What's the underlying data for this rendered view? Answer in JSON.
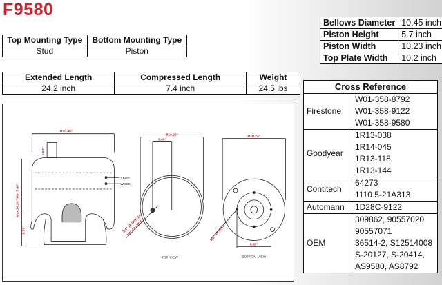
{
  "part_number": "F9580",
  "mounting": {
    "headers": [
      "Top Mounting Type",
      "Bottom Mounting Type"
    ],
    "values": [
      "Stud",
      "Piston"
    ]
  },
  "lengths": {
    "headers": [
      "Extended Length",
      "Compressed Length",
      "Weight"
    ],
    "values": [
      "24.2 inch",
      "7.4 inch",
      "24.5 lbs"
    ]
  },
  "specs": [
    {
      "label": "Bellows Diameter",
      "value": "10.45 inch"
    },
    {
      "label": "Piston Height",
      "value": "5.7 inch"
    },
    {
      "label": "Piston Width",
      "value": "10.23 inch"
    },
    {
      "label": "Top Plate Width",
      "value": "10.2 inch"
    }
  ],
  "cross_reference": {
    "title": "Cross Reference",
    "rows": [
      {
        "brand": "Firestone",
        "parts": [
          "W01-358-8792",
          "W01-358-9122",
          "W01-358-9580"
        ]
      },
      {
        "brand": "Goodyear",
        "parts": [
          "1R13-038",
          "1R14-045",
          "1R13-118",
          "1R13-144"
        ]
      },
      {
        "brand": "Contitech",
        "parts": [
          "64273",
          "1110.5-21A313"
        ]
      },
      {
        "brand": "Automann",
        "parts": [
          "1D28C-9122"
        ]
      },
      {
        "brand": "OEM",
        "parts": [
          "309862, 90557020",
          "90557071",
          "36514-2, S12514008",
          "S-20127, S-20414,",
          "AS9580, AS8792"
        ]
      }
    ]
  },
  "drawing": {
    "bellows_diameter": "Ø10.45\"",
    "stud_height": "1.60\"",
    "max_min": "Max 24.20\" Min 7.40\"",
    "piston_height": "5.70\"",
    "year": "YEAR",
    "week": "WEEK",
    "top_diameter": "Ø10.20\"",
    "top_offset": "3.00\"",
    "top_thread": "3/4\"-16 UNF-2A",
    "top_port": "1/4\"-18 NPTF",
    "bottom_diameter": "Ø10.23\"",
    "bottom_spacing": "5.87\"",
    "bottom_thread": "1/2\"-13 UNC",
    "top_view": "TOP VIEW",
    "bottom_view": "BOTTOM VIEW"
  }
}
